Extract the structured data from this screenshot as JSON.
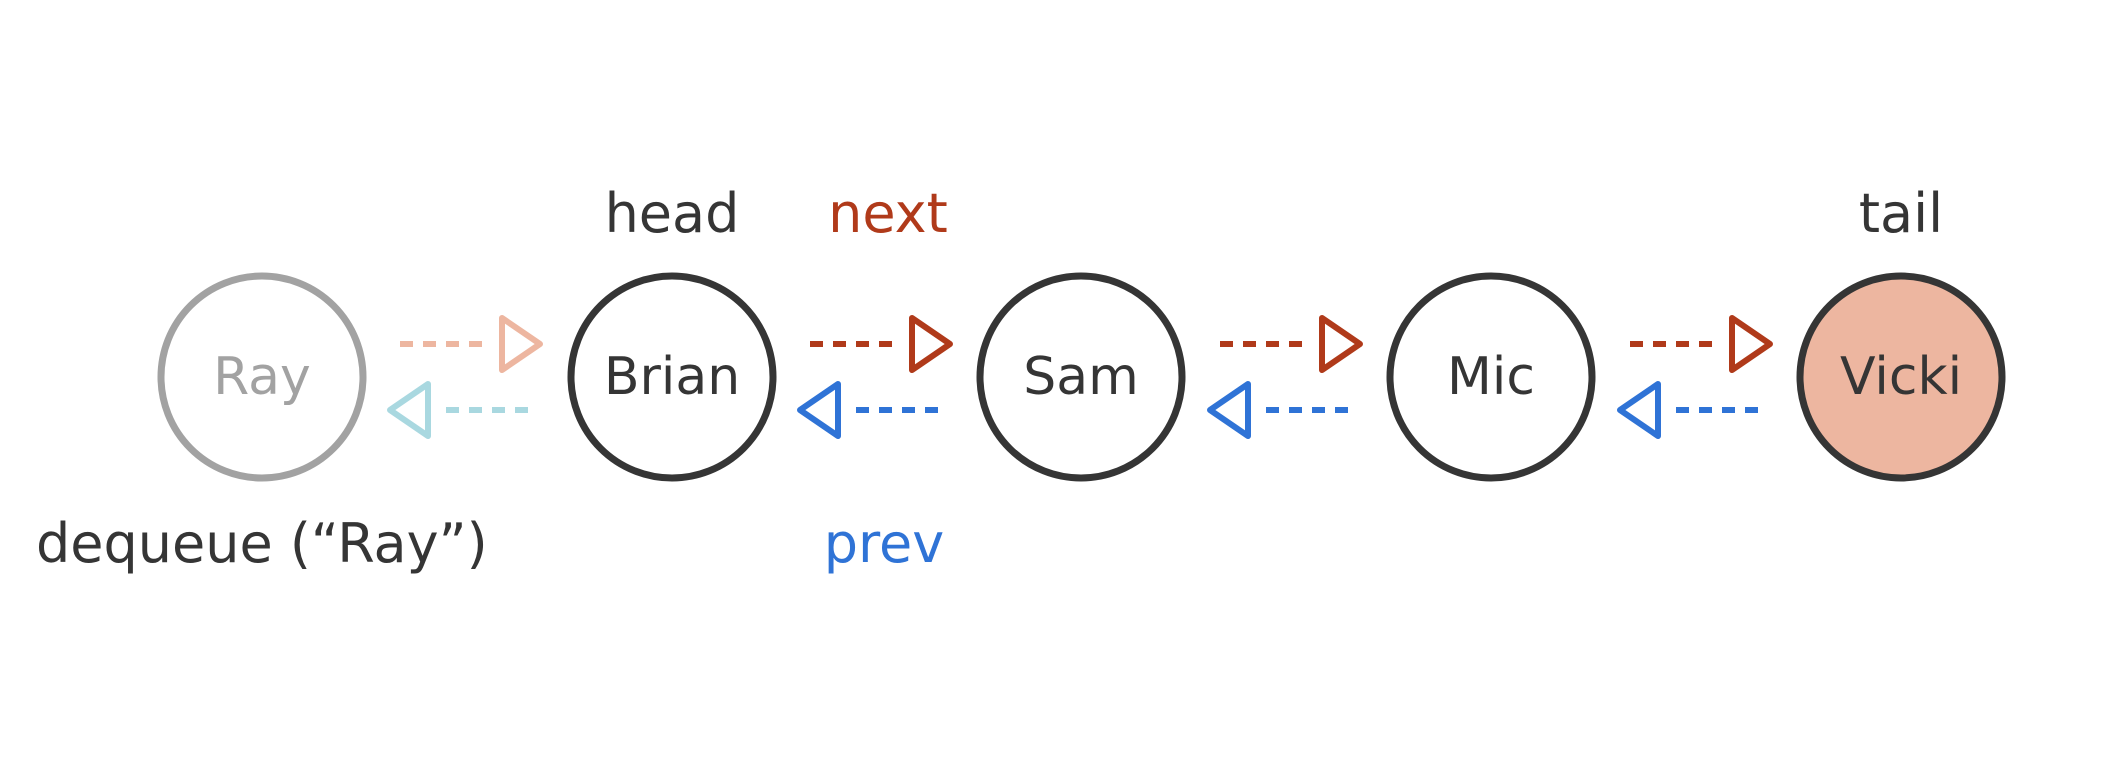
{
  "nodes": [
    {
      "name": "Ray",
      "state": "dequeued"
    },
    {
      "name": "Brian",
      "state": "normal"
    },
    {
      "name": "Sam",
      "state": "normal"
    },
    {
      "name": "Mic",
      "state": "normal"
    },
    {
      "name": "Vicki",
      "state": "tail"
    }
  ],
  "labels": {
    "head": "head",
    "tail": "tail",
    "next": "next",
    "prev": "prev",
    "operation": "dequeue (“Ray”)"
  },
  "colors": {
    "node_stroke": "#353535",
    "node_text": "#353535",
    "faded_stroke": "#a2a2a2",
    "faded_text": "#a2a2a2",
    "tail_fill": "#edb6a0",
    "next_arrow": "#b03a1a",
    "prev_arrow": "#2f73d6",
    "faded_next_arrow": "#edb6a0",
    "faded_prev_arrow": "#a9d8e0",
    "next_label": "#b03a1a",
    "prev_label": "#2f73d6",
    "annotation_text": "#353535"
  }
}
